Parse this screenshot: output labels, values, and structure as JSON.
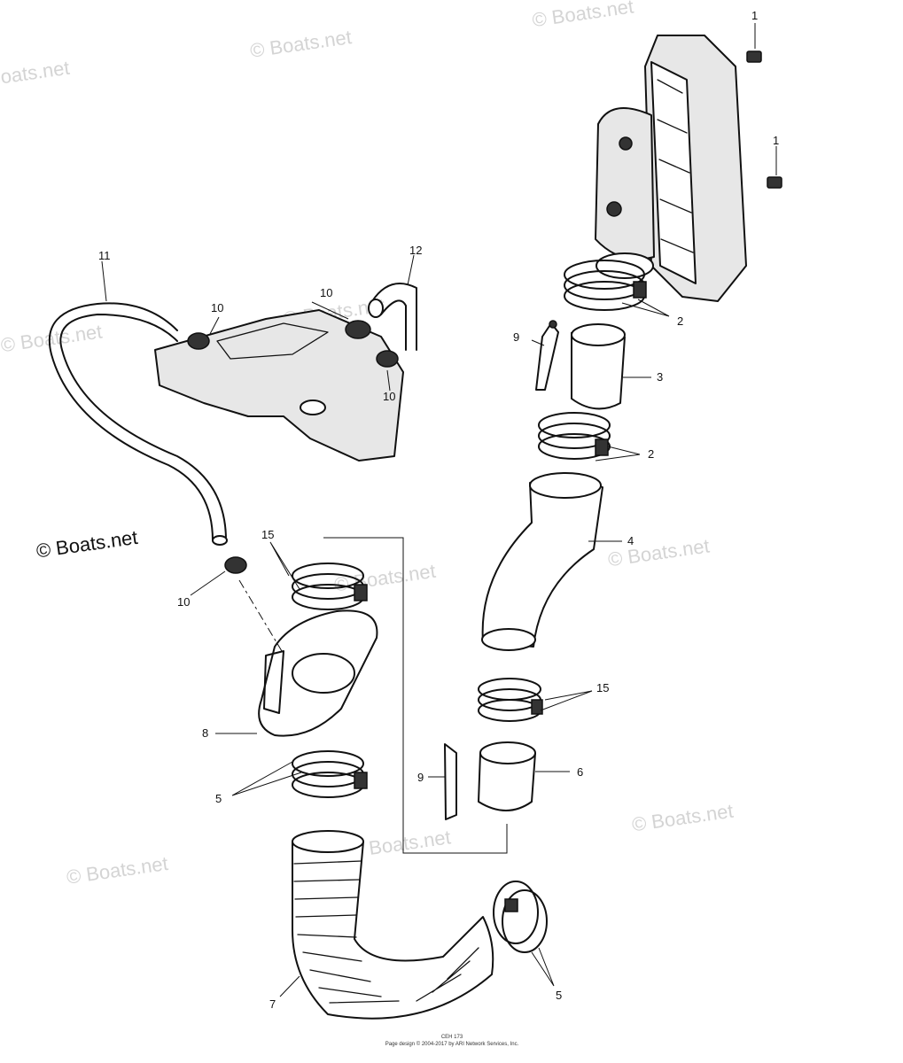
{
  "watermark": "© Boats.net",
  "copyright_mark": "© Boats.net",
  "callouts": [
    {
      "id": "1a",
      "label": "1"
    },
    {
      "id": "1b",
      "label": "1"
    },
    {
      "id": "2a",
      "label": "2"
    },
    {
      "id": "2b",
      "label": "2"
    },
    {
      "id": "3",
      "label": "3"
    },
    {
      "id": "4",
      "label": "4"
    },
    {
      "id": "5a",
      "label": "5"
    },
    {
      "id": "5b",
      "label": "5"
    },
    {
      "id": "6",
      "label": "6"
    },
    {
      "id": "7",
      "label": "7"
    },
    {
      "id": "8",
      "label": "8"
    },
    {
      "id": "9a",
      "label": "9"
    },
    {
      "id": "9b",
      "label": "9"
    },
    {
      "id": "10a",
      "label": "10"
    },
    {
      "id": "10b",
      "label": "10"
    },
    {
      "id": "10c",
      "label": "10"
    },
    {
      "id": "10d",
      "label": "10"
    },
    {
      "id": "11",
      "label": "11"
    },
    {
      "id": "12",
      "label": "12"
    },
    {
      "id": "15a",
      "label": "15"
    },
    {
      "id": "15b",
      "label": "15"
    }
  ],
  "footer": {
    "line1": "CEH 173",
    "line2": "Page design © 2004-2017 by ARI Network Services, Inc."
  }
}
